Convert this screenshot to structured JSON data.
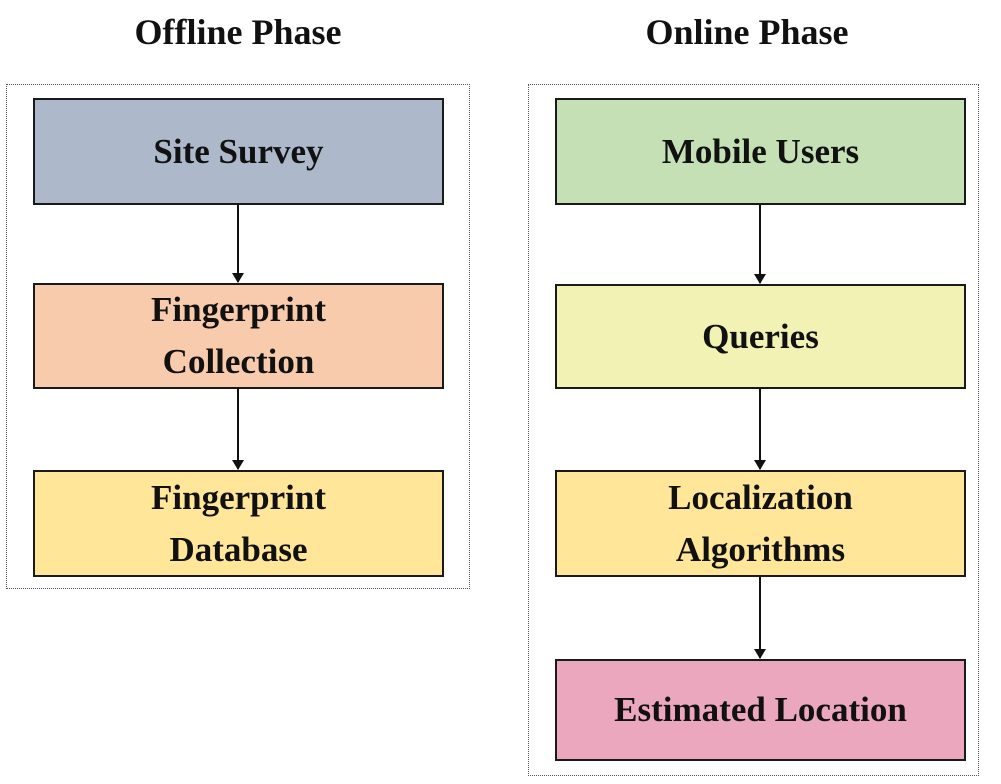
{
  "offline": {
    "title": "Offline Phase",
    "steps": [
      {
        "label": "Site Survey",
        "color": "#adb9ca"
      },
      {
        "label": "Fingerprint Collection",
        "color": "#f8cbad"
      },
      {
        "label": "Fingerprint Database",
        "color": "#ffe699"
      }
    ]
  },
  "online": {
    "title": "Online Phase",
    "steps": [
      {
        "label": "Mobile Users",
        "color": "#c5e0b4"
      },
      {
        "label": "Queries",
        "color": "#f2f2b4"
      },
      {
        "label": "Localization Algorithms",
        "color": "#ffe699"
      },
      {
        "label": "Estimated Location",
        "color": "#eaa7bd"
      }
    ]
  }
}
